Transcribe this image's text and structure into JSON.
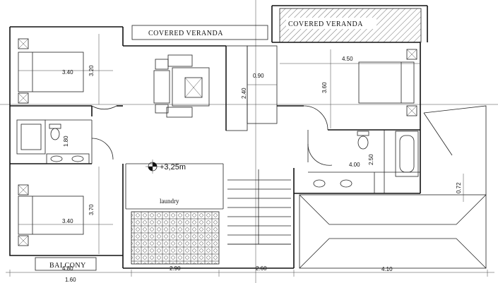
{
  "labels": {
    "covered_veranda_left": "COVERED VERANDA",
    "covered_veranda_right": "COVERED VERANDA",
    "balcony": "BALCONY",
    "laundry": "laundry",
    "level": "+3,25m"
  },
  "dimensions": {
    "bed1_width": "3.40",
    "bed1_depth": "3.20",
    "bed2_width": "3.40",
    "bed2_depth": "3.70",
    "bath_width": "1.80",
    "stair_a": "0.90",
    "stair_b": "2.40",
    "master_width": "4.50",
    "master_depth": "3.60",
    "bath2_width": "4.00",
    "bath2_depth": "2.50",
    "roof_side": "0.72",
    "bottom_1": "4.80",
    "bottom_2": "2.90",
    "bottom_3": "2.60",
    "bottom_4": "4.10",
    "bottom_small": "1.60"
  }
}
